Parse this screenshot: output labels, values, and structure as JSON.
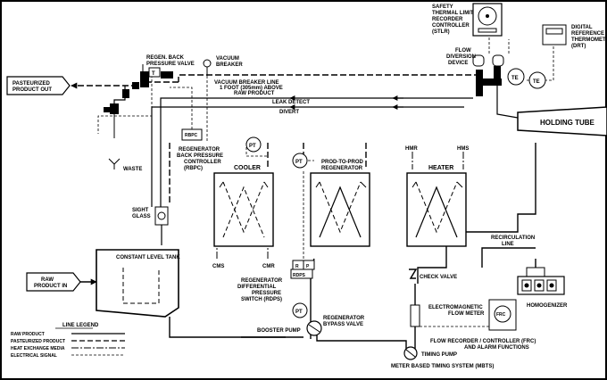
{
  "labels": {
    "pasteurized_out": "PASTEURIZED\nPRODUCT OUT",
    "regen_back_pressure_valve": "REGEN. BACK\nPRESSURE VALVE",
    "vacuum_breaker": "VACUUM\nBREAKER",
    "vacuum_breaker_line": "VACUUM BREAKER LINE\n1 FOOT (305mm) ABOVE\nRAW PRODUCT",
    "stlr": "SAFETY\nTHERMAL LIMIT\nRECORDER\nCONTROLLER\n(STLR)",
    "flow_diversion": "FLOW\nDIVERSION\nDEVICE",
    "drt": "DIGITAL\nREFERENCE\nTHERMOMETER\n(DRT)",
    "leak_detect": "LEAK DETECT",
    "divert": "DIVERT",
    "holding_tube": "HOLDING TUBE",
    "waste": "WASTE",
    "rbpc": "REGENERATOR\nBACK PRESSURE\nCONTROLLER\n(RBPC)",
    "rbpc_box": "RBPC",
    "cooler": "COOLER",
    "prod_to_prod": "PROD-TO-PROD\nREGENERATOR",
    "heater": "HEATER",
    "hmr": "HMR",
    "hms": "HMS",
    "sight_glass": "SIGHT\nGLASS",
    "recirculation_line": "RECIRCULATION\nLINE",
    "constant_level_tank": "CONSTANT LEVEL TANK",
    "raw_product_in": "RAW\nPRODUCT IN",
    "cms": "CMS",
    "cmr": "CMR",
    "rdps": "REGENERATOR\nDIFFERENTIAL\nPRESSURE\nSWITCH (RDPS)",
    "rdps_box": "RDPS",
    "check_valve": "CHECK VALVE",
    "homogenizer": "HOMOGENIZER",
    "mag_flow_meter": "ELECTROMAGNETIC\nFLOW METER",
    "booster_pump": "BOOSTER PUMP",
    "regen_bypass_valve": "REGENERATOR\nBYPASS VALVE",
    "frc": "FLOW RECORDER / CONTROLLER (FRC)\nAND ALARM FUNCTIONS",
    "frc_box": "FRC",
    "timing_pump": "TIMING PUMP",
    "mbts": "METER BASED TIMING SYSTEM (MBTS)",
    "pt": "PT",
    "te": "TE",
    "t": "T",
    "r": "R",
    "p": "P"
  },
  "legend": {
    "title": "LINE LEGEND",
    "items": [
      "RAW PRODUCT",
      "PASTEURIZED PRODUCT",
      "HEAT EXCHANGE MEDIA",
      "ELECTRICAL SIGNAL"
    ]
  }
}
